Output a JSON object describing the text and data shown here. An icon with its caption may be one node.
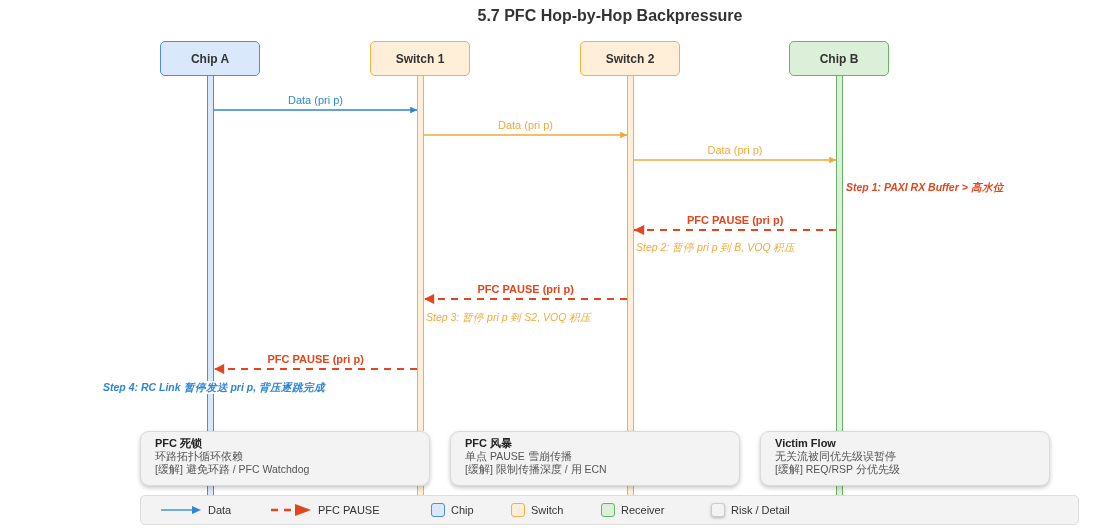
{
  "diagram": {
    "title": "5.7 PFC Hop-by-Hop Backpressure",
    "nodes": [
      {
        "text": [
          "Chip A"
        ]
      },
      {
        "text": [
          "Switch 1"
        ]
      },
      {
        "text": [
          "Switch 2"
        ]
      },
      {
        "text": [
          "Chip B"
        ]
      },
      {
        "text": [],
        "shape": "bar",
        "beside": [
          "Step 4: RC Link 暂停发送 pri p, 背压逐跳完成"
        ]
      },
      {
        "text": [],
        "shape": "bar",
        "beside": [
          "Step 3: 暂停 pri p 到 S2, VOQ 积压"
        ]
      },
      {
        "text": [],
        "shape": "bar",
        "beside": [
          "Step 2: 暂停 pri p 到 B, VOQ 积压"
        ]
      },
      {
        "text": [],
        "shape": "bar",
        "beside": [
          "Step 1: PAXI RX Buffer > 高水位"
        ]
      },
      {
        "text": [
          "PFC 死锁",
          "环路拓扑循环依赖",
          "[缓解] 避免环路 / PFC Watchdog"
        ]
      },
      {
        "text": [
          "PFC 风暴",
          "单点 PAUSE 雪崩传播",
          "[缓解] 限制传播深度 / 用 ECN"
        ]
      },
      {
        "text": [
          "Victim Flow",
          "无关流被同优先级误暂停",
          "[缓解] REQ/RSP 分优先级"
        ]
      }
    ],
    "edges": [
      {
        "from": 4,
        "to": 5,
        "arrow": "to",
        "label": "Data (pri p)",
        "color": "#2f86d6"
      },
      {
        "from": 5,
        "to": 6,
        "arrow": "to",
        "label": "Data (pri p)",
        "color": "#f2a93b"
      },
      {
        "from": 6,
        "to": 7,
        "arrow": "to",
        "label": "Data (pri p)",
        "color": "#f2a93b"
      },
      {
        "from": 7,
        "to": 6,
        "arrow": "to",
        "label": "PFC PAUSE (pri p)",
        "style": "dashed",
        "color": "#e2461c"
      },
      {
        "from": 6,
        "to": 5,
        "arrow": "to",
        "label": "PFC PAUSE (pri p)",
        "style": "dashed",
        "color": "#e2461c"
      },
      {
        "from": 5,
        "to": 4,
        "arrow": "to",
        "label": "PFC PAUSE (pri p)",
        "style": "dashed",
        "color": "#e2461c"
      }
    ],
    "legend": [
      {
        "text": "Data"
      },
      {
        "text": "PFC PAUSE"
      },
      {
        "text": "Chip",
        "color": "#dae8fc"
      },
      {
        "text": "Switch",
        "color": "#ffefd9"
      },
      {
        "text": "Receiver",
        "color": "#dcefd9"
      },
      {
        "text": "Risk / Detail",
        "color": "#f3f3f3"
      }
    ]
  }
}
